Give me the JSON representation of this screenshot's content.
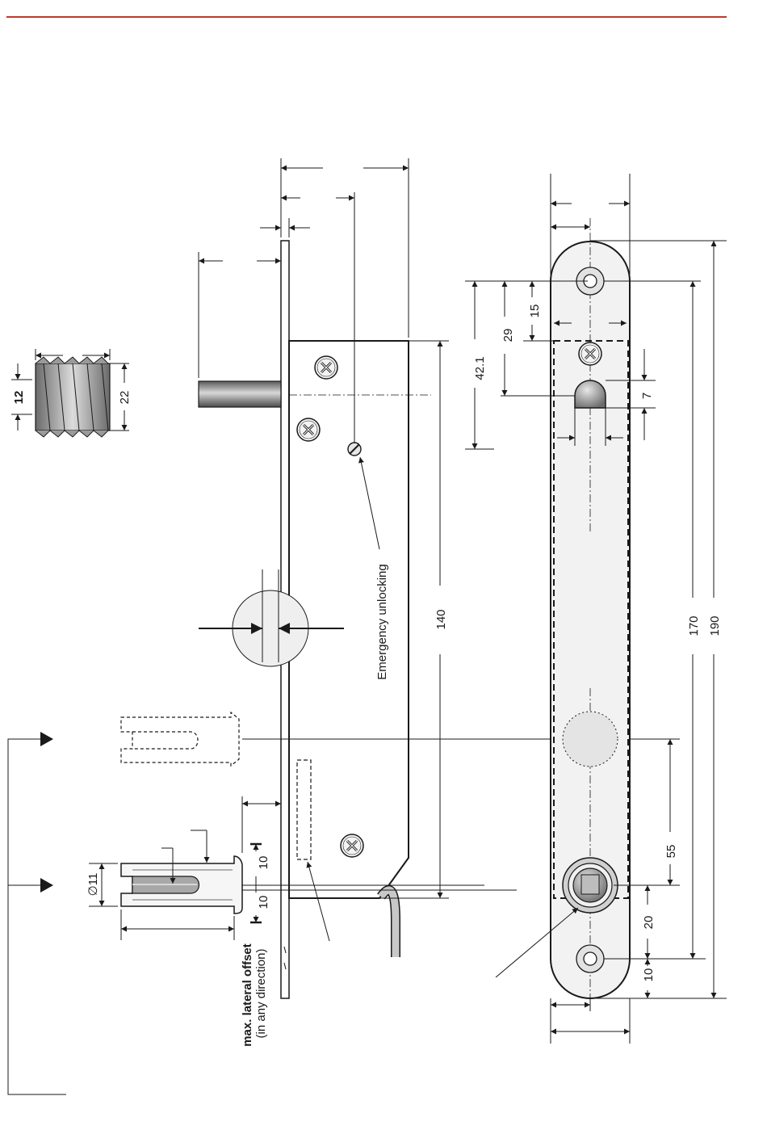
{
  "colors": {
    "rule": "#c0392b",
    "line": "#1a1a1a",
    "housing": "#ffffff",
    "striker_plate": "#f2f2f2",
    "metal": "#8a8a8a"
  },
  "icons": {
    "screw": "phillips-screw-icon",
    "arrow": "arrow-head-icon"
  },
  "labels": {
    "emergency_unlocking": "Emergency unlocking",
    "max_lateral_offset": "max. lateral offset",
    "in_any_direction": "(in any direction)"
  },
  "dimensions": {
    "d12": "12",
    "d22": "22",
    "d42_1": "42.1",
    "d29": "29",
    "d15": "15",
    "d7": "7",
    "d140": "140",
    "d170": "170",
    "d190": "190",
    "d55": "55",
    "d20": "20",
    "d10a": "10",
    "d10b": "10",
    "d10c": "10",
    "d_dia11": "∅11"
  }
}
